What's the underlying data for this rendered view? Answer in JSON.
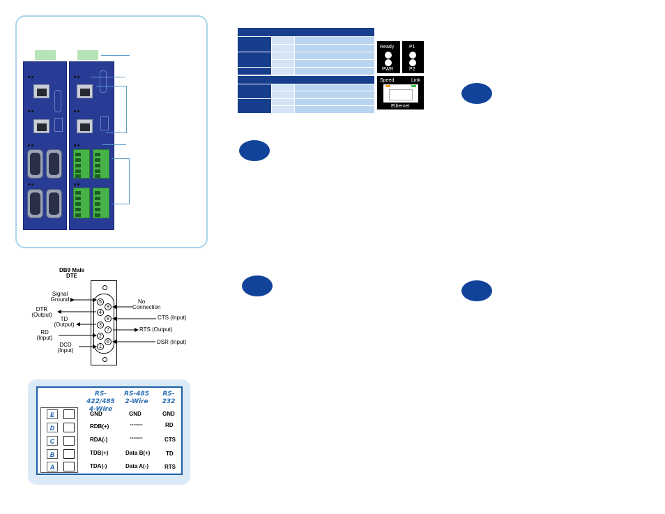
{
  "colors": {
    "panel_border": "#a9d4ee",
    "device_blue": "#283b95",
    "table_dark": "#163e8c",
    "table_light": "#b9d4f0",
    "badge_blue": "#12439a",
    "terminal_green": "#47b248",
    "wiring_bg": "#dceaf7",
    "wiring_heading": "#2b6cb3"
  },
  "led_panel": {
    "ready": "Ready",
    "pwr": "PWR",
    "p1": "P1",
    "p2": "P2"
  },
  "ethernet_panel": {
    "speed": "Speed",
    "link": "Link",
    "ethernet": "Ethernet"
  },
  "db9": {
    "title_line1": "DB9 Male",
    "title_line2": "DTE",
    "left_labels": [
      {
        "line1": "Signal",
        "line2": "Ground"
      },
      {
        "line1": "DTR",
        "line2": "(Output)"
      },
      {
        "line1": "TD",
        "line2": "(Output)"
      },
      {
        "line1": "RD",
        "line2": "(Input)"
      },
      {
        "line1": "DCD",
        "line2": "(Input)"
      }
    ],
    "right_labels": [
      {
        "line1": "No",
        "line2": "Connection"
      },
      {
        "line1": "CTS (Input)",
        "line2": ""
      },
      {
        "line1": "RTS (Output)",
        "line2": ""
      },
      {
        "line1": "DSR (Input)",
        "line2": ""
      }
    ],
    "pins": [
      "5",
      "9",
      "4",
      "8",
      "3",
      "7",
      "2",
      "6",
      "1"
    ]
  },
  "wiring": {
    "headers": [
      {
        "line1": "RS-422/485",
        "line2": "4-Wire"
      },
      {
        "line1": "RS-485",
        "line2": "2-Wire"
      },
      {
        "line1": "RS-232",
        "line2": ""
      }
    ],
    "rows": [
      {
        "terminal": "E",
        "four_wire": "GND",
        "two_wire": "GND",
        "rs232": "GND"
      },
      {
        "terminal": "D",
        "four_wire": "RDB(+)",
        "two_wire": "-------",
        "rs232": "RD"
      },
      {
        "terminal": "C",
        "four_wire": "RDA(-)",
        "two_wire": "-------",
        "rs232": "CTS"
      },
      {
        "terminal": "B",
        "four_wire": "TDB(+)",
        "two_wire": "Data B(+)",
        "rs232": "TD"
      },
      {
        "terminal": "A",
        "four_wire": "TDA(-)",
        "two_wire": "Data A(-)",
        "rs232": "RTS"
      }
    ]
  }
}
